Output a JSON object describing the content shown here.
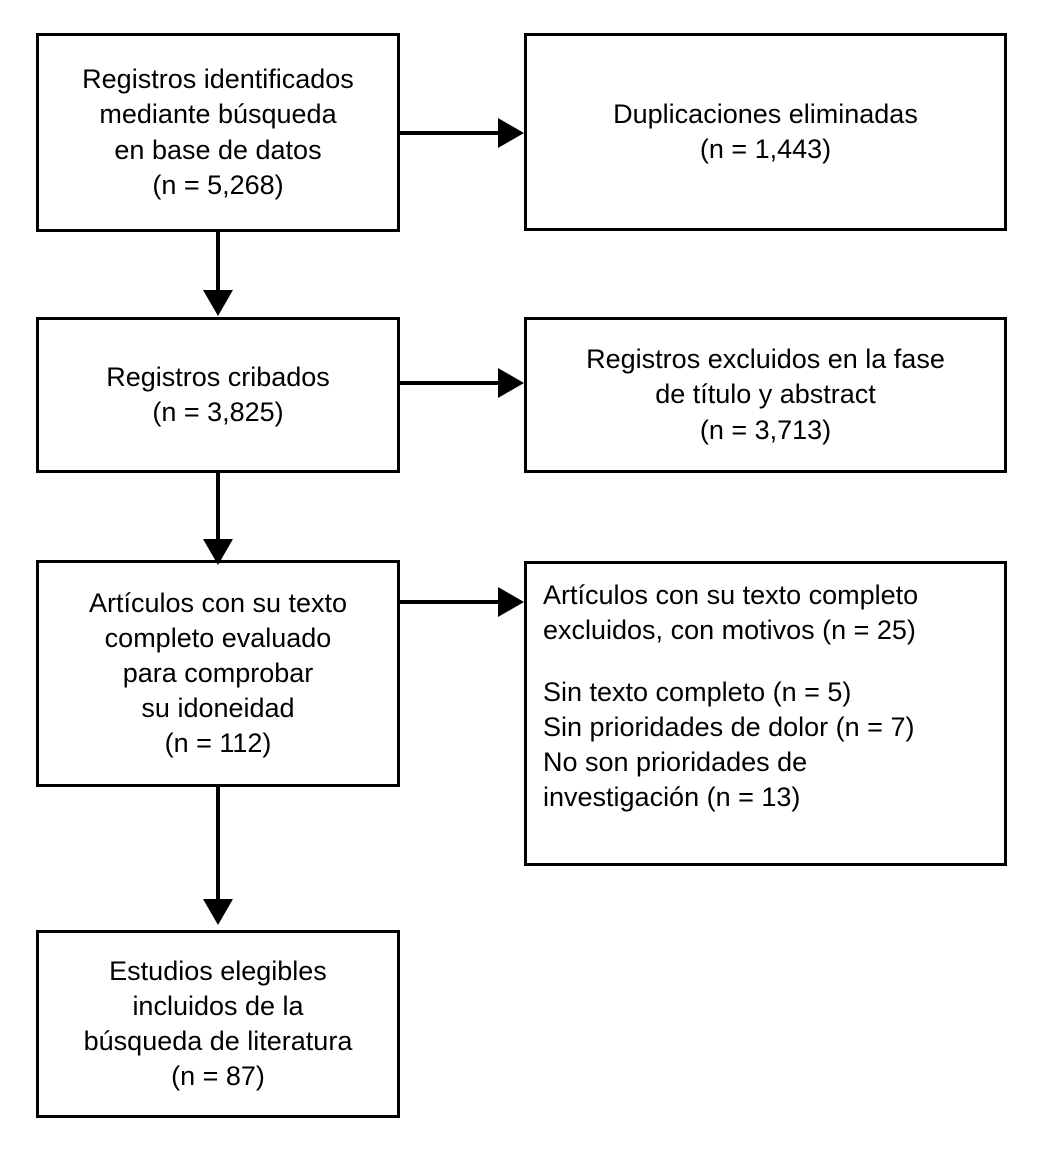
{
  "diagram": {
    "type": "prisma-flow-diagram",
    "language": "es",
    "background_color": "#ffffff",
    "border_color": "#000000",
    "text_color": "#000000"
  },
  "boxes": {
    "identified": {
      "id": "records-identified",
      "lines": [
        "Registros identificados",
        "mediante búsqueda",
        "en base de datos",
        "(n = 5,268)"
      ],
      "count_label": "(n = 5,268)",
      "count": 5268
    },
    "duplicates": {
      "id": "duplicates-removed",
      "lines": [
        "Duplicaciones eliminadas",
        "(n = 1,443)"
      ],
      "count_label": "(n = 1,443)",
      "count": 1443
    },
    "screened": {
      "id": "records-screened",
      "lines": [
        "Registros cribados",
        "(n = 3,825)"
      ],
      "count_label": "(n = 3,825)",
      "count": 3825
    },
    "excluded_title_abstract": {
      "id": "records-excluded-title-abstract",
      "lines": [
        "Registros excluidos en la fase",
        "de título y abstract",
        "(n = 3,713)"
      ],
      "count_label": "(n = 3,713)",
      "count": 3713
    },
    "fulltext_assessed": {
      "id": "fulltext-articles-assessed",
      "lines": [
        "Artículos con su texto",
        "completo evaluado",
        "para comprobar",
        "su idoneidad",
        "(n = 112)"
      ],
      "count_label": "(n = 112)",
      "count": 112
    },
    "excluded_fulltext": {
      "id": "fulltext-articles-excluded",
      "heading_lines": [
        "Artículos con su texto completo",
        "excluidos, con motivos (n = 25)"
      ],
      "heading_count": 25,
      "reason_lines": [
        "Sin texto completo (n = 5)",
        "Sin prioridades de dolor (n = 7)",
        "No son prioridades de",
        "investigación (n = 13)"
      ],
      "reasons": [
        {
          "label": "Sin texto completo",
          "count_label": "(n = 5)",
          "count": 5
        },
        {
          "label": "Sin prioridades de dolor",
          "count_label": "(n = 7)",
          "count": 7
        },
        {
          "label": "No son prioridades de investigación",
          "count_label": "(n = 13)",
          "count": 13
        }
      ]
    },
    "included": {
      "id": "eligible-studies-included",
      "lines": [
        "Estudios elegibles",
        "incluidos de la",
        "búsqueda de literatura",
        "(n = 87)"
      ],
      "count_label": "(n = 87)",
      "count": 87
    }
  },
  "connectors": [
    {
      "name": "identified-to-duplicates",
      "direction": "right"
    },
    {
      "name": "identified-to-screened",
      "direction": "down"
    },
    {
      "name": "screened-to-excluded-title-abstract",
      "direction": "right"
    },
    {
      "name": "screened-to-fulltext",
      "direction": "down"
    },
    {
      "name": "fulltext-to-excluded-fulltext",
      "direction": "right"
    },
    {
      "name": "fulltext-to-included",
      "direction": "down"
    }
  ]
}
